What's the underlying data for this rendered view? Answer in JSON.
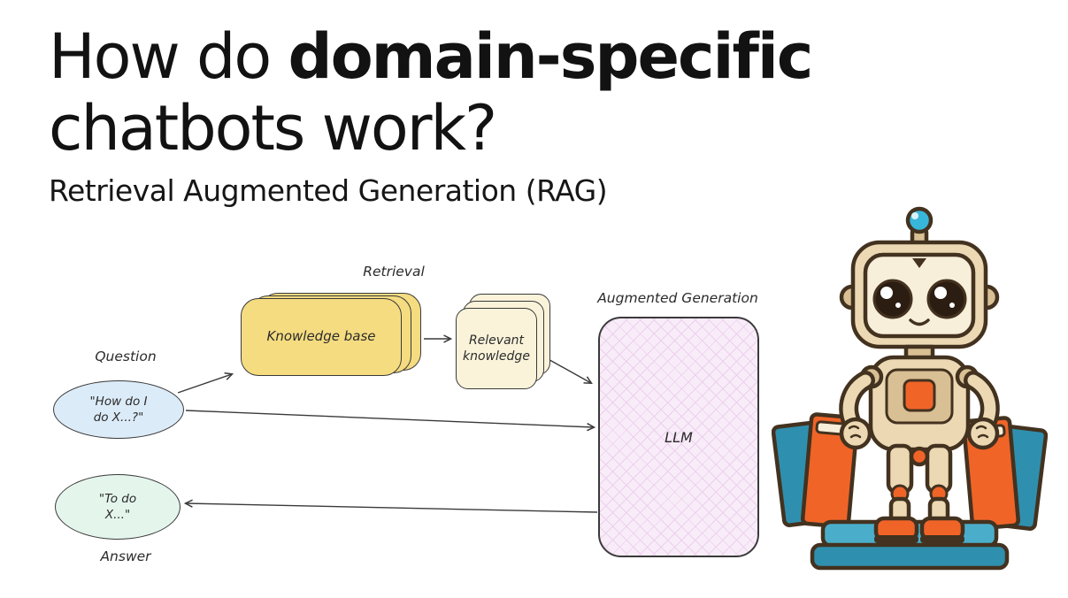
{
  "title": {
    "line1_regular": "How do ",
    "line1_bold": "domain-specific",
    "line2": "chatbots work?",
    "subtitle": "Retrieval Augmented Generation (RAG)"
  },
  "diagram": {
    "retrieval_label": "Retrieval",
    "augmented_generation_label": "Augmented Generation",
    "question_label": "Question",
    "answer_label": "Answer",
    "knowledge_base": "Knowledge base",
    "relevant_knowledge": "Relevant knowledge",
    "llm": "LLM",
    "question_bubble_line1": "\"How do I",
    "question_bubble_line2": "do X...?\"",
    "answer_bubble_line1": "\"To do",
    "answer_bubble_line2": "X...\""
  },
  "colors": {
    "stroke": "#3a3a3a",
    "knowledge_base_fill": "#f5dc80",
    "relevant_knowledge_fill": "#faf3da",
    "llm_fill": "#f9ecf9",
    "llm_hatch": "#ecd0ec",
    "question_fill": "#dcebf8",
    "answer_fill": "#e4f5ec",
    "robot_body": "#ecd9b4",
    "robot_body_shade": "#d9bf94",
    "robot_screen": "#f8efda",
    "robot_outline": "#43321f",
    "accent_orange": "#f06428",
    "accent_teal": "#2f8fae",
    "accent_teal_light": "#4aaecb",
    "antenna_blue": "#38b6da",
    "eye_dark": "#2b1d12"
  }
}
